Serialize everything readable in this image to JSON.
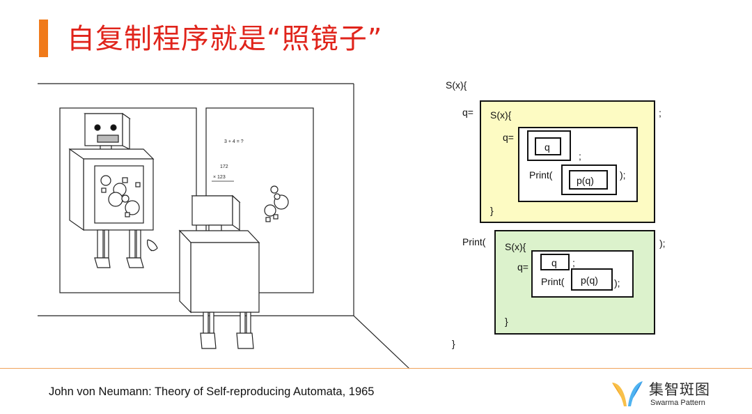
{
  "title": "自复制程序就是“照镜子”",
  "citation": "John von Neumann: Theory of Self-reproducing Automata, 1965",
  "brand": {
    "name_cn": "集智斑图",
    "name_en": "Swarma Pattern"
  },
  "illustration": {
    "board_equation": "3 + 4 = ?",
    "mult_top": "172",
    "mult_bottom": "× 123"
  },
  "code": {
    "outer_open": "S(x){",
    "q_assign": "q=",
    "semicolon": ";",
    "print_open": "Print(",
    "print_close": ");",
    "print_close2": ");",
    "close_brace": "}",
    "q": "q",
    "pq": "p(q)",
    "colors": {
      "yellow": "#fdfbc3",
      "green": "#dcf2cc"
    }
  },
  "colors": {
    "accent": "#f07a1a",
    "title": "#e0241b"
  }
}
